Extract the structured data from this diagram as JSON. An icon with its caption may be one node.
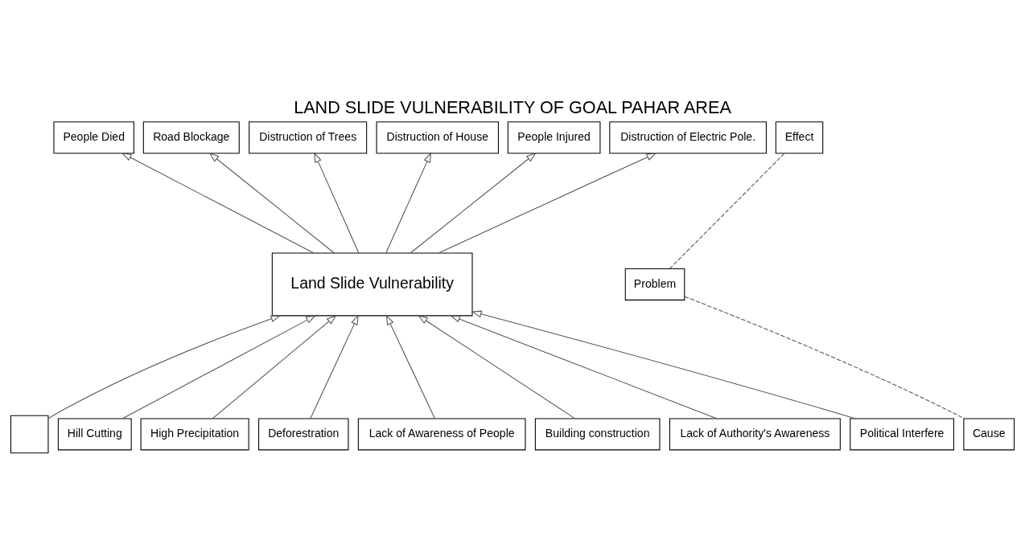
{
  "diagram": {
    "title": "LAND SLIDE VULNERABILITY OF GOAL PAHAR AREA",
    "nodes": [
      {
        "text": [
          "People Died"
        ]
      },
      {
        "text": [
          "Road Blockage"
        ]
      },
      {
        "text": [
          "Distruction of Trees"
        ]
      },
      {
        "text": [
          "Distruction of House"
        ]
      },
      {
        "text": [
          "People Injured"
        ]
      },
      {
        "text": [
          "Distruction of Electric Pole."
        ]
      },
      {
        "text": [
          "Effect"
        ]
      },
      {
        "text": [
          "Land Slide Vulnerability"
        ]
      },
      {
        "text": [
          "Problem"
        ]
      },
      {
        "text": [],
        "shape": "box"
      },
      {
        "text": [
          "Hill Cutting"
        ]
      },
      {
        "text": [
          "High Precipitation"
        ]
      },
      {
        "text": [
          "Deforestration"
        ]
      },
      {
        "text": [
          "Lack of Awareness of People"
        ]
      },
      {
        "text": [
          "Building construction"
        ]
      },
      {
        "text": [
          "Lack of Authority's Awareness"
        ]
      },
      {
        "text": [
          "Political Interfere"
        ]
      },
      {
        "text": [
          "Cause"
        ]
      }
    ],
    "edges": [
      {
        "from": 7,
        "to": 0,
        "arrow": "to"
      },
      {
        "from": 7,
        "to": 1,
        "arrow": "to"
      },
      {
        "from": 7,
        "to": 2,
        "arrow": "to"
      },
      {
        "from": 7,
        "to": 3,
        "arrow": "to"
      },
      {
        "from": 7,
        "to": 4,
        "arrow": "to"
      },
      {
        "from": 7,
        "to": 5,
        "arrow": "to"
      },
      {
        "from": 9,
        "to": 7,
        "arrow": "to"
      },
      {
        "from": 10,
        "to": 7,
        "arrow": "to"
      },
      {
        "from": 11,
        "to": 7,
        "arrow": "to"
      },
      {
        "from": 12,
        "to": 7,
        "arrow": "to"
      },
      {
        "from": 13,
        "to": 7,
        "arrow": "to"
      },
      {
        "from": 14,
        "to": 7,
        "arrow": "to"
      },
      {
        "from": 15,
        "to": 7,
        "arrow": "to"
      },
      {
        "from": 16,
        "to": 7,
        "arrow": "to"
      },
      {
        "from": 6,
        "to": 8,
        "arrow": "none",
        "style": "dashed"
      },
      {
        "from": 8,
        "to": 17,
        "arrow": "none",
        "style": "dashed"
      }
    ]
  }
}
